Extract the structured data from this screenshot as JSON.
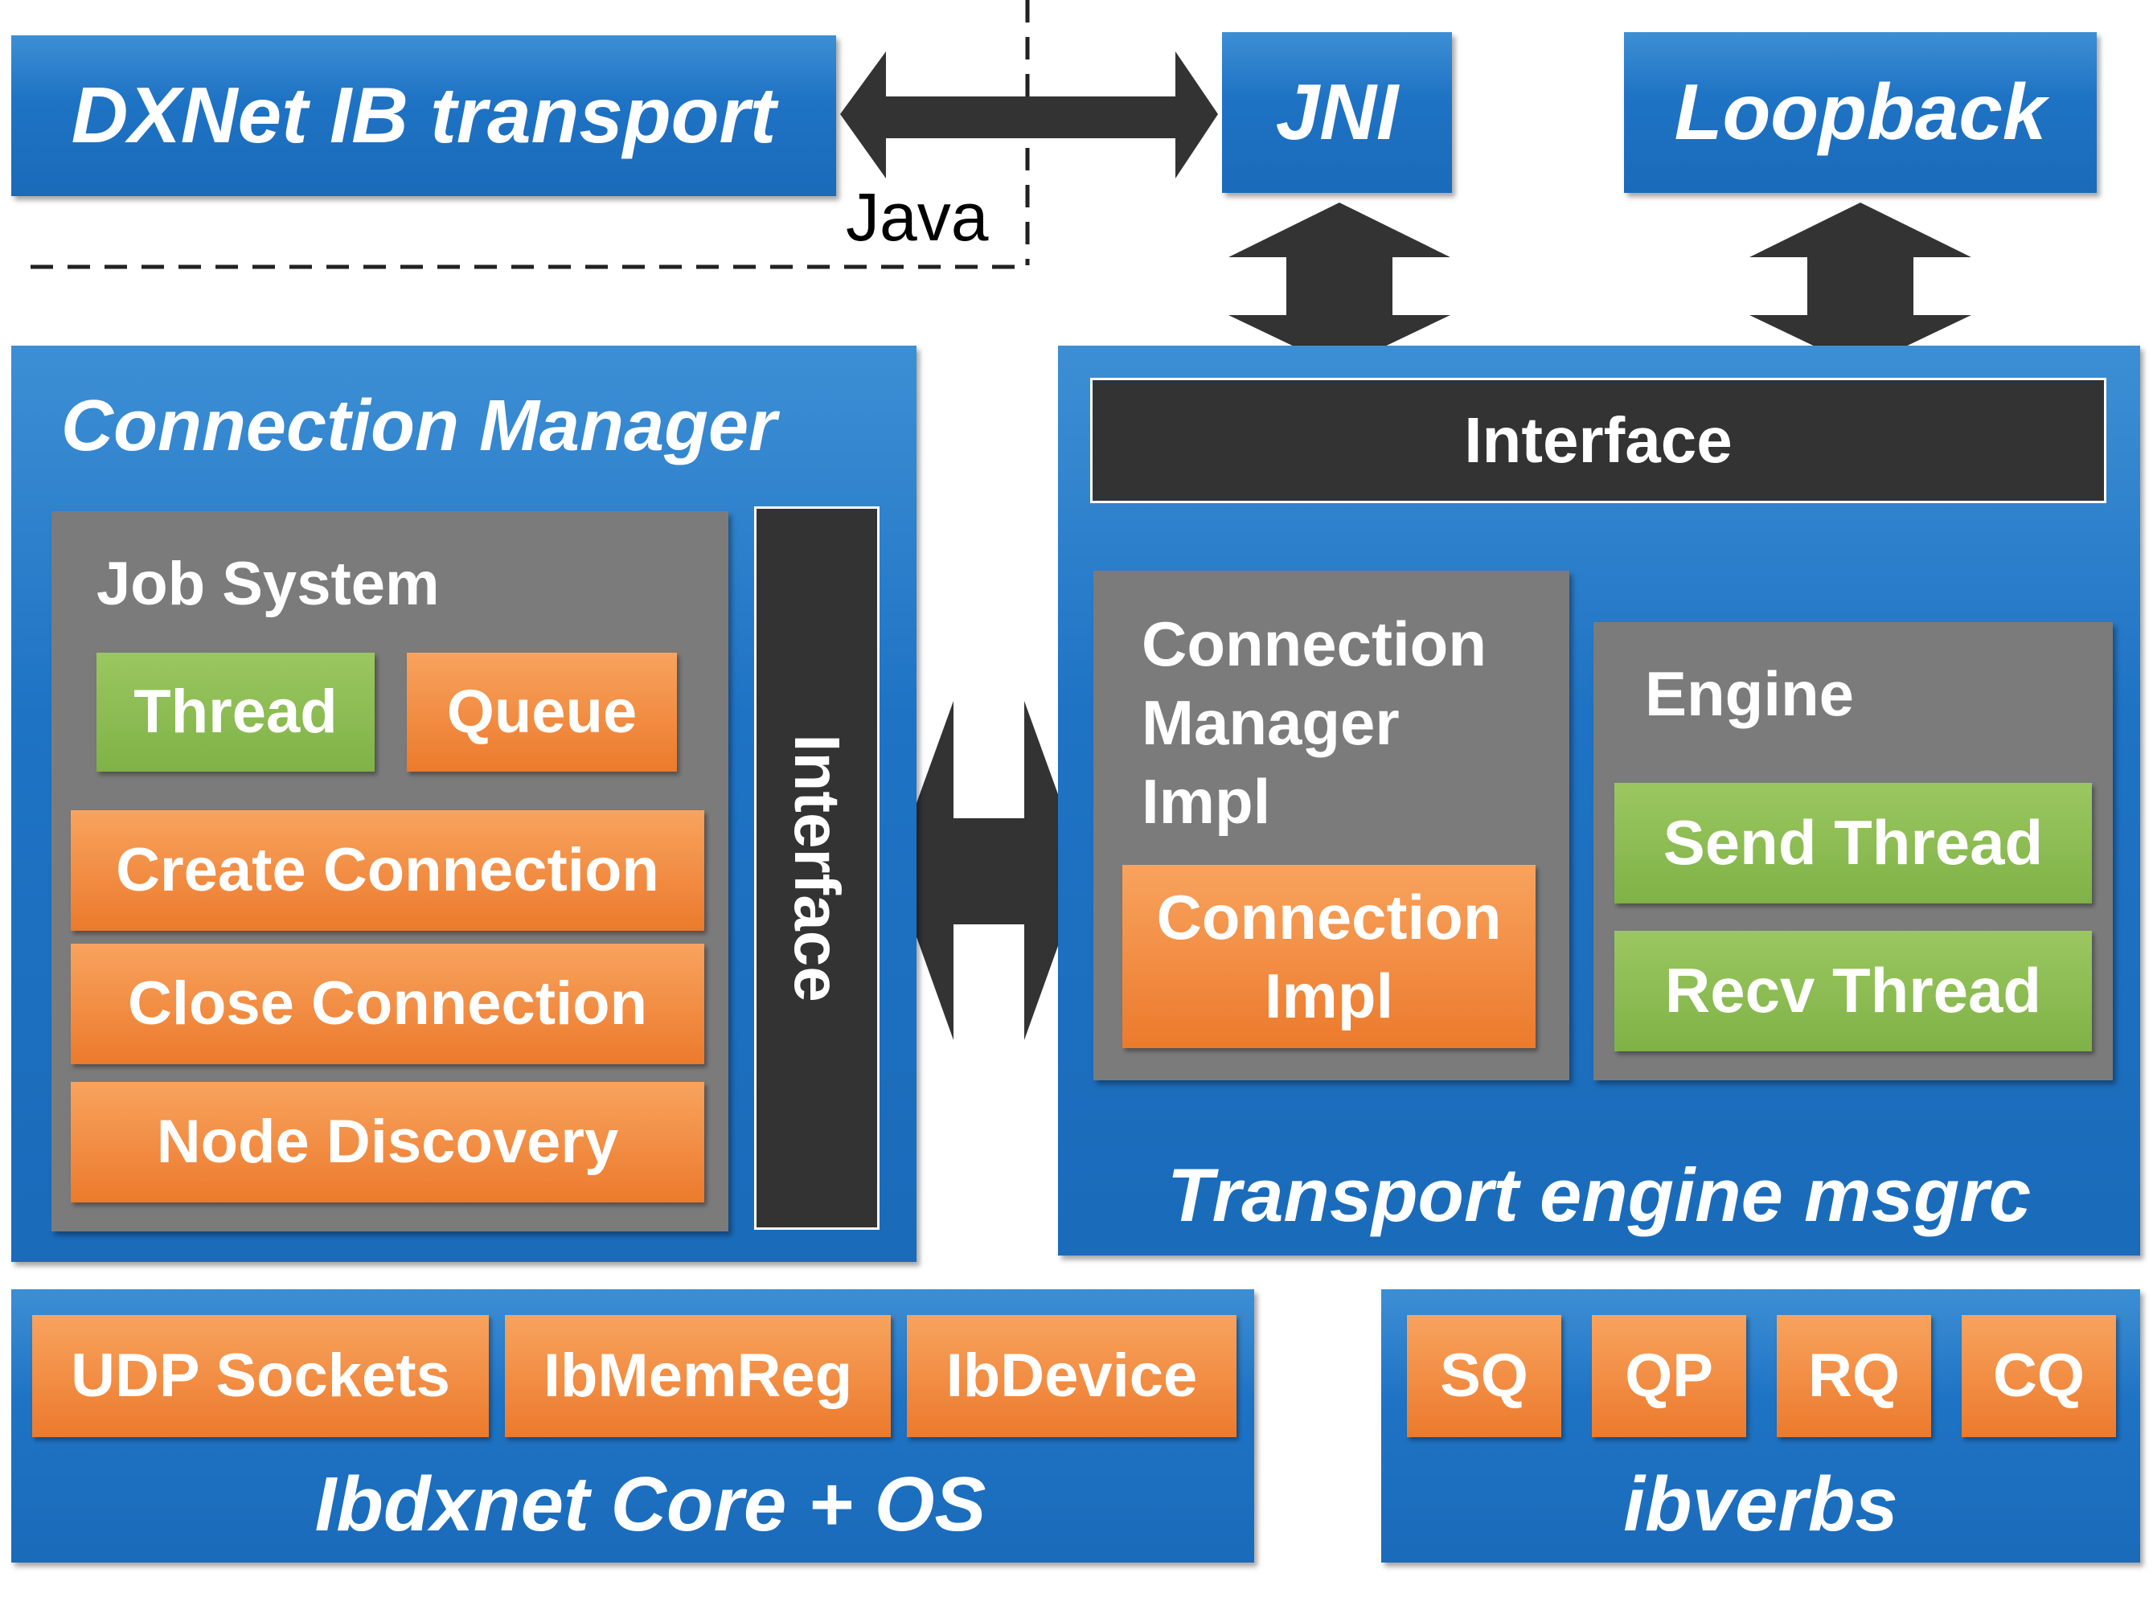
{
  "top": {
    "dxnet": "DXNet IB transport",
    "java_label": "Java",
    "jni": "JNI",
    "loopback": "Loopback"
  },
  "connection_manager": {
    "title": "Connection Manager",
    "job_system": {
      "title": "Job System",
      "thread": "Thread",
      "queue": "Queue"
    },
    "create": "Create Connection",
    "close": "Close Connection",
    "discovery": "Node Discovery",
    "interface": "Interface"
  },
  "transport_engine": {
    "title": "Transport engine msgrc",
    "interface": "Interface",
    "cm_impl": {
      "title_line1": "Connection",
      "title_line2": "Manager",
      "title_line3": "Impl",
      "conn_impl_line1": "Connection",
      "conn_impl_line2": "Impl"
    },
    "engine": {
      "title": "Engine",
      "send": "Send Thread",
      "recv": "Recv Thread"
    }
  },
  "core": {
    "title": "Ibdxnet Core + OS",
    "items": [
      "UDP Sockets",
      "IbMemReg",
      "IbDevice"
    ]
  },
  "ibverbs": {
    "title": "ibverbs",
    "items": [
      "SQ",
      "QP",
      "RQ",
      "CQ"
    ]
  },
  "colors": {
    "blue": "#1f73c4",
    "gray": "#7b7b7b",
    "dark": "#333333",
    "green": "#7fb247",
    "orange": "#ec7a2c"
  }
}
